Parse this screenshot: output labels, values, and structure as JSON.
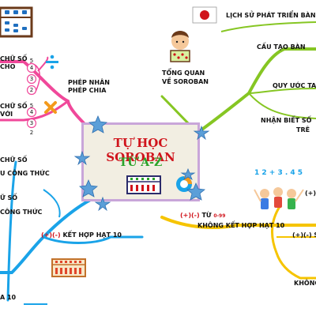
{
  "center": {
    "line1": "TỰ HỌC SOROBAN",
    "line2": "TỪ A-Z"
  },
  "pink_branch": {
    "top_label": [
      "CHỮ SỐ",
      "CHO"
    ],
    "mid_label": [
      "PHÉP NHÂN",
      "PHÉP CHIA"
    ],
    "bottom_label": [
      "CHỮ SỐ",
      "VỚI"
    ],
    "top_numbers": [
      "5",
      "4",
      "3",
      "2"
    ],
    "bottom_numbers": [
      "5",
      "4",
      "3",
      "2"
    ]
  },
  "green_branch": {
    "topic_label": [
      "TỔNG QUAN",
      "VỀ SOROBAN"
    ],
    "items": [
      "LỊCH SỬ PHÁT TRIỂN BÀN",
      "CẤU TẠO BÀN",
      "QUY ƯỚC TA",
      "NHẬN BIẾT SỐ",
      "TRÊ"
    ]
  },
  "blue_branch": {
    "labels": [
      "CHỮ SỐ",
      "U CÔNG THỨC",
      "Ữ SỐ",
      "CÔNG THỨC",
      "A 10"
    ],
    "plus_minus": "(+)(-)",
    "no_combine_10": "KẾT HỢP HẠT 10"
  },
  "yellow_branch": {
    "plus_minus": "(+)(-)",
    "from_prefix": "TỪ",
    "range": "0-99",
    "label": "KHÔNG KẾT HỢP HẠT 10",
    "right_items": [
      "(+)(-",
      "(+)(-) SỐ",
      "KHÔNG"
    ],
    "kids_text": "1 2 + 3 . 4 5"
  },
  "colors": {
    "pink": "#f0489a",
    "green": "#86c623",
    "blue": "#1aa3e8",
    "yellow": "#f6c400",
    "red": "#d0141c",
    "purple": "#c9a6d9"
  }
}
